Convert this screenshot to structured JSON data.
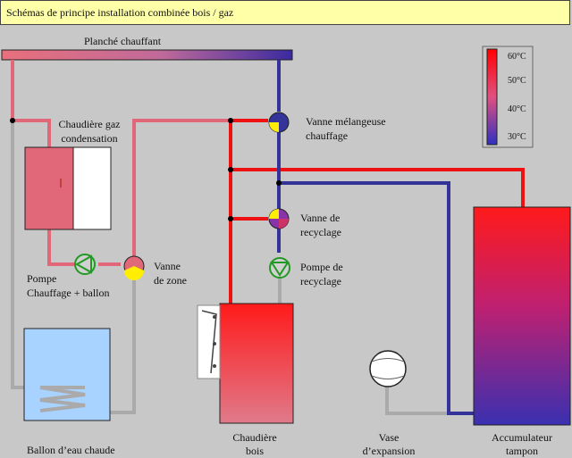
{
  "title": "Schémas de principe installation combinée bois / gaz",
  "labels": {
    "plancher": "Planché chauffant",
    "chaudiere_gaz_1": "Chaudière gaz",
    "chaudiere_gaz_2": "condensation",
    "vanne_melangeuse_1": "Vanne mélangeuse",
    "vanne_melangeuse_2": "chauffage",
    "vanne_recyclage_1": "Vanne de",
    "vanne_recyclage_2": "recyclage",
    "pompe_recyclage_1": "Pompe de",
    "pompe_recyclage_2": "recyclage",
    "pompe_chauffage_1": "Pompe",
    "pompe_chauffage_2": "Chauffage + ballon",
    "vanne_zone_1": "Vanne",
    "vanne_zone_2": "de zone",
    "ballon": "Ballon d’eau chaude",
    "chaudiere_bois_1": "Chaudière",
    "chaudiere_bois_2": "bois",
    "vase_1": "Vase",
    "vase_2": "d’expansion",
    "accumulateur_1": "Accumulateur",
    "accumulateur_2": "tampon"
  },
  "legend": {
    "ticks": [
      "60°C",
      "50°C",
      "40°C",
      "30°C"
    ],
    "hot_color": "#ff0000",
    "cold_color": "#3333aa"
  },
  "colors": {
    "hot": "#ee1111",
    "warm": "#e06878",
    "cold": "#333399",
    "return": "#aaaaaa"
  }
}
